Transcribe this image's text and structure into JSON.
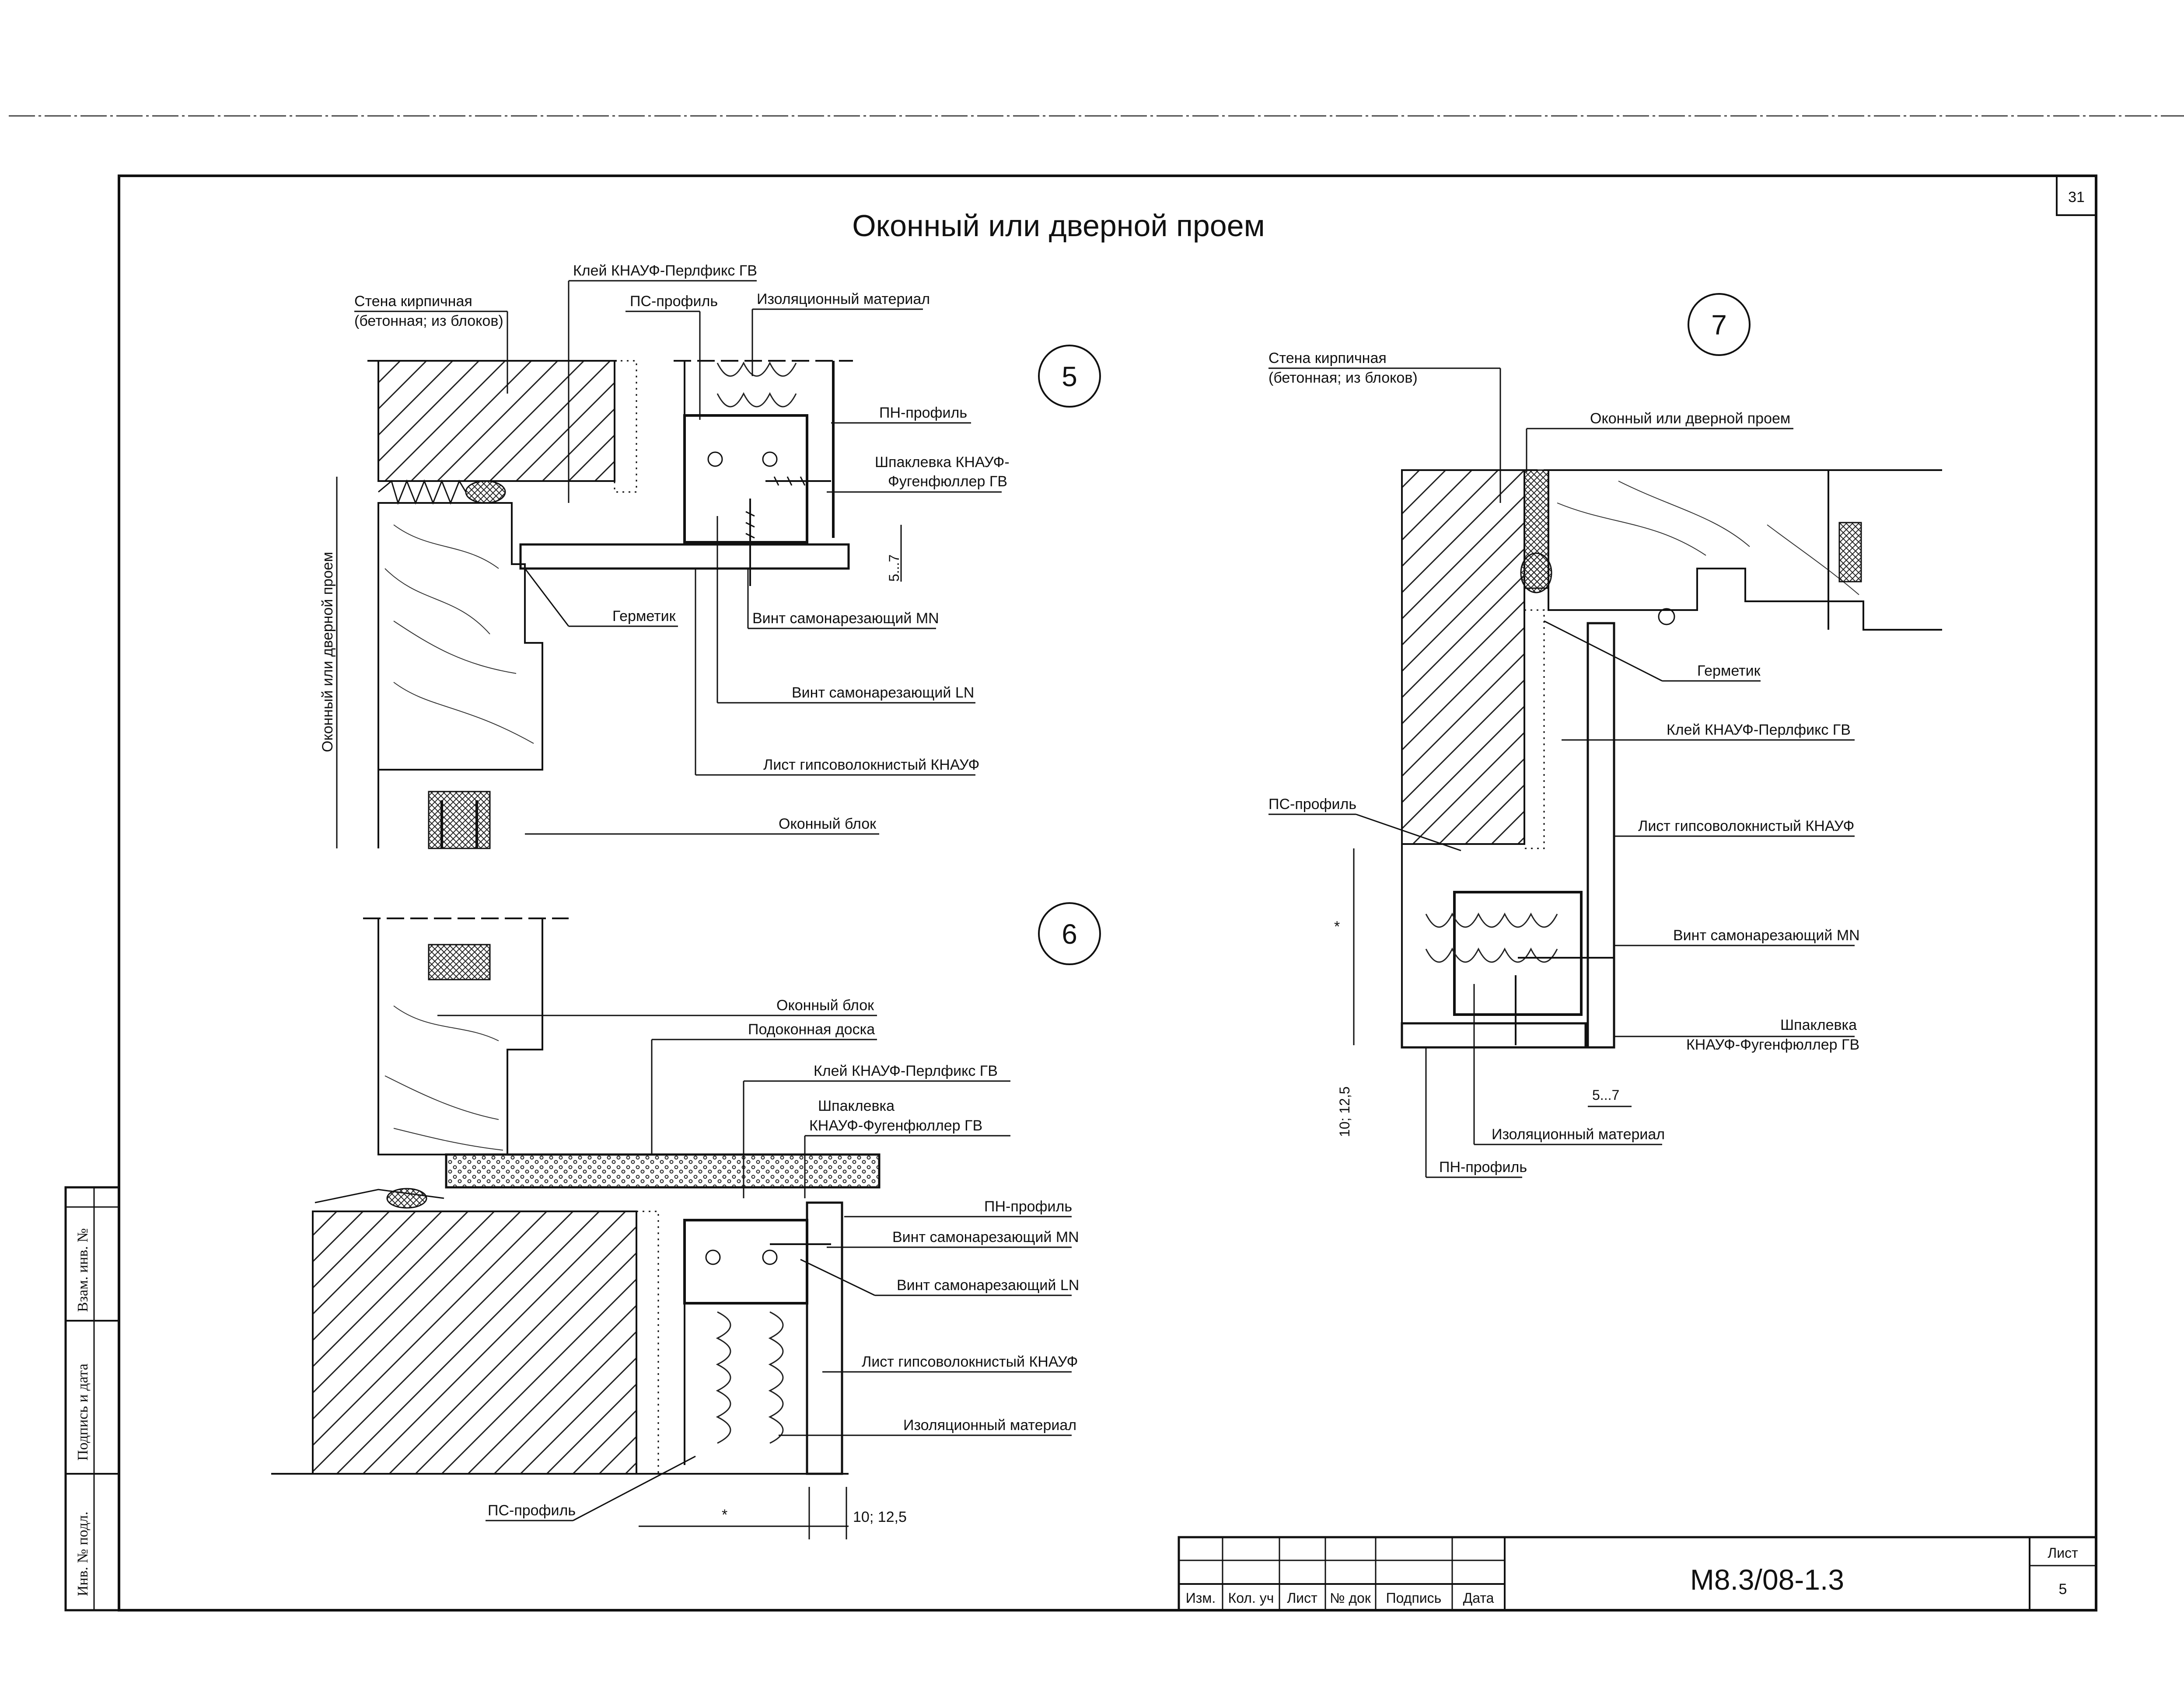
{
  "sheet_title": "Оконный или дверной проем",
  "page_number": "31",
  "detail_numbers": {
    "d5": "5",
    "d6": "6",
    "d7": "7"
  },
  "detail5": {
    "wall": [
      "Стена кирпичная",
      "(бетонная; из блоков)"
    ],
    "glue": "Клей КНАУФ-Перлфикс ГВ",
    "ps_profile": "ПС-профиль",
    "insulation": "Изоляционный материал",
    "pn_profile": "ПН-профиль",
    "putty": [
      "Шпаклевка КНАУФ-",
      "Фугенфюллер ГВ"
    ],
    "sealant": "Герметик",
    "screw_mn": "Винт самонарезающий MN",
    "screw_ln": "Винт самонарезающий LN",
    "gvl_sheet": "Лист гипсоволокнистый КНАУФ",
    "window_block": "Оконный блок",
    "opening_vertical": "Оконный или дверной проем",
    "gap": "5...7"
  },
  "detail6": {
    "window_block": "Оконный блок",
    "sill": "Подоконная доска",
    "glue": "Клей КНАУФ-Перлфикс ГВ",
    "putty": [
      "Шпаклевка",
      "КНАУФ-Фугенфюллер ГВ"
    ],
    "pn_profile": "ПН-профиль",
    "screw_mn": "Винт самонарезающий MN",
    "screw_ln": "Винт самонарезающий LN",
    "gvl_sheet": "Лист гипсоволокнистый КНАУФ",
    "insulation": "Изоляционный материал",
    "ps_profile": "ПС-профиль",
    "dim_star": "*",
    "dim_sheet": "10; 12,5"
  },
  "detail7": {
    "wall": [
      "Стена кирпичная",
      "(бетонная; из блоков)"
    ],
    "opening": "Оконный или дверной проем",
    "sealant": "Герметик",
    "glue": "Клей КНАУФ-Перлфикс ГВ",
    "ps_profile": "ПС-профиль",
    "gvl_sheet": "Лист гипсоволокнистый КНАУФ",
    "screw_mn": "Винт самонарезающий MN",
    "putty": [
      "Шпаклевка",
      "КНАУФ-Фугенфюллер ГВ"
    ],
    "gap": "5...7",
    "insulation": "Изоляционный материал",
    "pn_profile": "ПН-профиль",
    "dim_star": "*",
    "dim_sheet": "10; 12,5"
  },
  "side_stamp": [
    "Взам. инв. №",
    "Подпись и дата",
    "Инв. № подл."
  ],
  "title_block": {
    "headers": [
      "Изм.",
      "Кол. уч",
      "Лист",
      "№ док",
      "Подпись",
      "Дата"
    ],
    "code": "М8.3/08-1.3",
    "sheet_label": "Лист",
    "sheet_no": "5"
  }
}
